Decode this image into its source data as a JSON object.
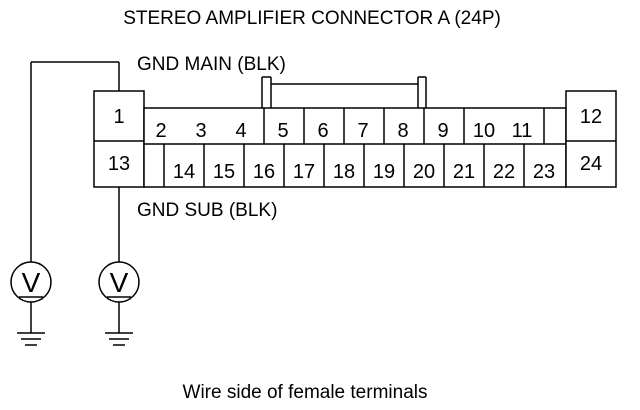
{
  "title": "STEREO AMPLIFIER CONNECTOR A (24P)",
  "caption": "Wire side of female terminals",
  "wires": {
    "gnd_main": "GND MAIN (BLK)",
    "gnd_sub": "GND SUB (BLK)"
  },
  "meters": [
    {
      "symbol": "V",
      "connects_to": "1"
    },
    {
      "symbol": "V",
      "connects_to": "13"
    }
  ],
  "connector": {
    "pin_count": 24,
    "top_row": [
      "1",
      "2",
      "3",
      "4",
      "5",
      "6",
      "7",
      "8",
      "9",
      "10",
      "11",
      "12"
    ],
    "bottom_row": [
      "13",
      "14",
      "15",
      "16",
      "17",
      "18",
      "19",
      "20",
      "21",
      "22",
      "23",
      "24"
    ]
  }
}
